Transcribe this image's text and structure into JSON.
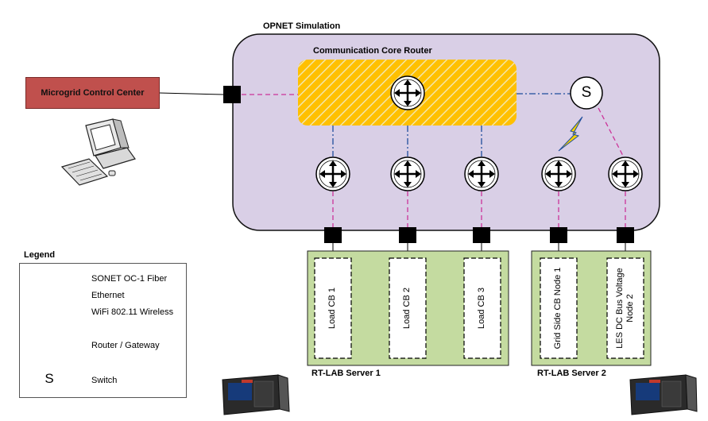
{
  "opnet": {
    "title": "OPNET Simulation"
  },
  "core_router": {
    "title": "Communication Core Router"
  },
  "control_center": {
    "label": "Microgrid Control Center"
  },
  "switch_symbol": "S",
  "servers": [
    {
      "label": "RT-LAB Server 1",
      "nodes": [
        "Load CB 1",
        "Load CB 2",
        "Load CB 3"
      ]
    },
    {
      "label": "RT-LAB Server 2",
      "nodes": [
        "Grid Side CB Node 1",
        "LES DC Bus Voltage\nNode 2"
      ]
    }
  ],
  "legend": {
    "title": "Legend",
    "items": [
      {
        "label": "SONET OC-1 Fiber",
        "kind": "fiber"
      },
      {
        "label": "Ethernet",
        "kind": "ethernet"
      },
      {
        "label": "WiFi 802.11 Wireless",
        "kind": "wifi"
      },
      {
        "label": "Router / Gateway",
        "kind": "router"
      },
      {
        "label": "Switch",
        "kind": "switch",
        "symbol": "S"
      }
    ]
  },
  "colors": {
    "opnet_fill": "#d9cfe6",
    "core_fill": "#ffc000",
    "mcc_fill": "#c0504d",
    "server_fill": "#c4dba0",
    "fiber": "#1f4e9c",
    "ethernet": "#cc3399",
    "wifi": "#f5d000"
  }
}
